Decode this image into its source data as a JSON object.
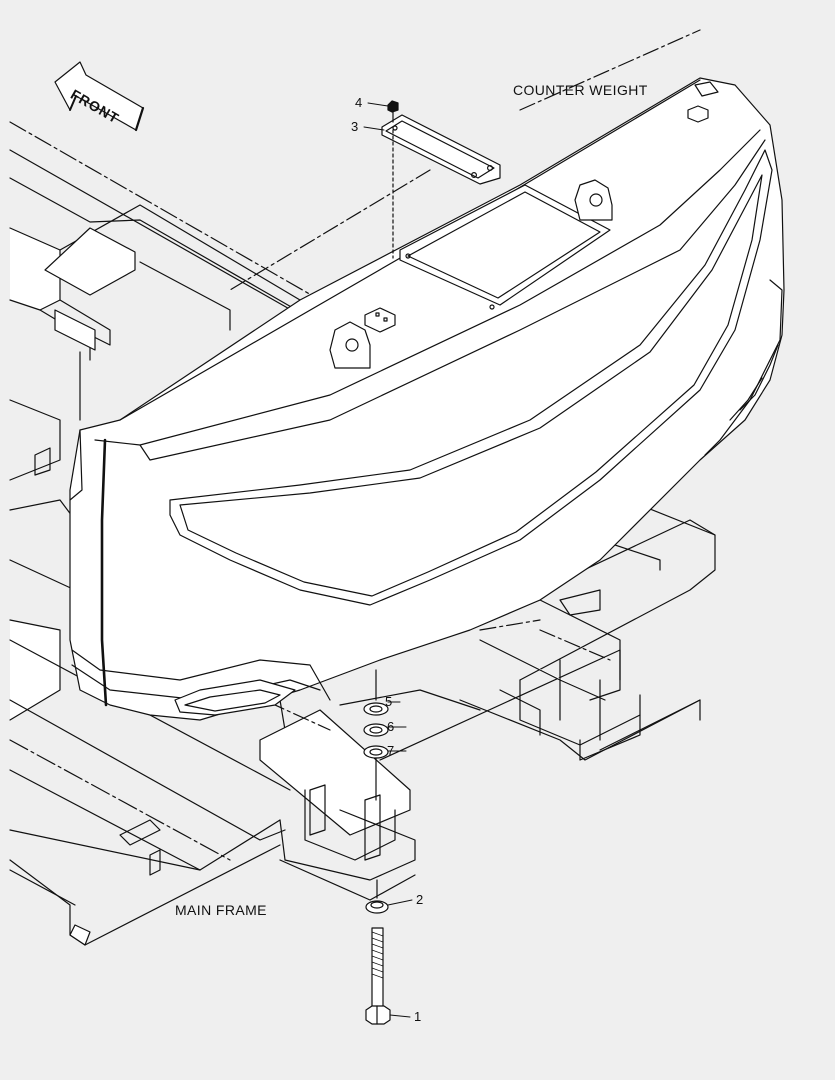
{
  "labels": {
    "counter_weight": "COUNTER WEIGHT",
    "main_frame": "MAIN FRAME",
    "front": "FRONT"
  },
  "callouts": {
    "c1": "1",
    "c2": "2",
    "c3": "3",
    "c4": "4",
    "c5": "5",
    "c6": "6",
    "c7": "7"
  },
  "colors": {
    "background": "#efefef",
    "line": "#111111",
    "fill": "#ffffff"
  }
}
